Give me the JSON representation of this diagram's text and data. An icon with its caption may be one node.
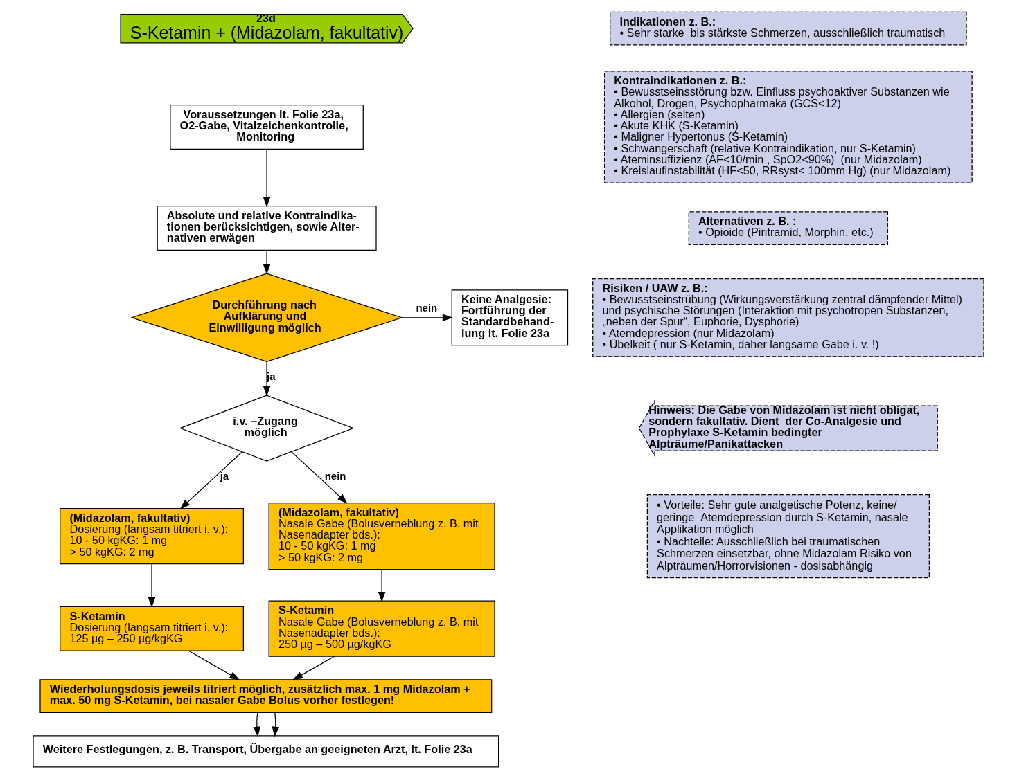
{
  "diagram": {
    "nodes": [
      {
        "text": [
          "23d",
          "S-Ketamin + (Midazolam, fakultativ)"
        ]
      },
      {
        "text": [
          "Voraussetzungen lt. Folie 23a, O2-Gabe, Vitalzeichenkontrolle, Monitoring"
        ]
      },
      {
        "text": [
          "Absolute und relative Kontraindika- tionen berücksichtigen, sowie Alter- nativen erwägen"
        ]
      },
      {
        "text": [
          "Durchführung nach Aufklärung und Einwilligung möglich"
        ]
      },
      {
        "text": [
          "Keine Analgesie: Fortführung der Standardbehand- lung lt. Folie 23a"
        ]
      },
      {
        "text": [
          "i.v. –Zugang möglich"
        ]
      },
      {
        "text": [
          "(Midazolam, fakultativ)",
          "Dosierung (langsam titriert i. v.):",
          "10 - 50 kgKG: 1 mg",
          "> 50 kgKG: 2 mg"
        ]
      },
      {
        "text": [
          "(Midazolam, fakultativ)",
          "Nasale Gabe (Bolusverneblung z. B. mit Nasenadapter bds.):",
          "10 - 50 kgKG: 1 mg",
          "> 50 kgKG: 2 mg"
        ]
      },
      {
        "text": [
          "S-Ketamin",
          "Dosierung (langsam titriert i. v.):",
          "125 µg – 250 µg/kgKG"
        ]
      },
      {
        "text": [
          "S-Ketamin",
          "Nasale Gabe (Bolusverneblung z. B. mit Nasenadapter bds.):",
          "250 µg – 500 µg/kgKG"
        ]
      },
      {
        "text": [
          "Wiederholungsdosis jeweils titriert möglich, zusätzlich max. 1 mg Midazolam + max. 50 mg S-Ketamin, bei nasaler Gabe Bolus vorher festlegen!"
        ]
      },
      {
        "text": [
          "Weitere Festlegungen, z. B. Transport, Übergabe an geeigneten Arzt, lt. Folie 23a"
        ]
      },
      {
        "text": [
          "Indikationen z. B.:",
          "• Sehr starke  bis stärkste Schmerzen, ausschließlich traumatisch"
        ]
      },
      {
        "text": [
          "Kontraindikationen z. B.:",
          "• Bewusstseinsstörung bzw. Einfluss psychoaktiver Substanzen wie Alkohol, Drogen, Psychopharmaka (GCS<12)",
          "• Allergien (selten)",
          "• Akute KHK (S-Ketamin)",
          "• Maligner Hypertonus (S-Ketamin)",
          "• Schwangerschaft (relative Kontraindikation, nur S-Ketamin)",
          "• Ateminsuffizienz (AF<10/min , SpO2<90%)  (nur Midazolam)",
          "• Kreislaufinstabilität (HF<50, RRsyst< 100mm Hg) (nur Midazolam)"
        ]
      },
      {
        "text": [
          "Alternativen z. B. :",
          "• Opioide (Piritramid, Morphin, etc.)"
        ]
      },
      {
        "text": [
          "Risiken / UAW z. B.:",
          "• Bewusstseinstrübung (Wirkungsverstärkung zentral dämpfender Mittel) und psychische Störungen (Interaktion mit psychotropen Substanzen, „neben der Spur“, Euphorie, Dysphorie)",
          "• Atemdepression (nur Midazolam)",
          "• Übelkeit ( nur S-Ketamin, daher langsame Gabe i. v. !)"
        ]
      },
      {
        "text": [
          "Hinweis: Die Gabe von Midazolam ist nicht obligat, sondern fakultativ. Dient  der Co-Analgesie und Prophylaxe S-Ketamin bedingter Alpträume/Panikattacken"
        ]
      },
      {
        "text": [
          "• Vorteile: Sehr gute analgetische Potenz, keine/ geringe  Atemdepression durch S-Ketamin, nasale Applikation möglich",
          "• Nachteile: Ausschließlich bei traumatischen Schmerzen einsetzbar, ohne Midazolam Risiko von Alpträumen/Horrorvisionen - dosisabhängig"
        ]
      }
    ],
    "edges": [
      {
        "from": 1,
        "to": 2,
        "arrow": "to"
      },
      {
        "from": 2,
        "to": 3,
        "arrow": "to"
      },
      {
        "from": 3,
        "to": 4,
        "arrow": "to",
        "label": "nein"
      },
      {
        "from": 3,
        "to": 5,
        "arrow": "to",
        "label": "ja"
      },
      {
        "from": 5,
        "to": 6,
        "arrow": "to",
        "label": "ja"
      },
      {
        "from": 5,
        "to": 7,
        "arrow": "to",
        "label": "nein"
      },
      {
        "from": 6,
        "to": 8,
        "arrow": "to"
      },
      {
        "from": 7,
        "to": 9,
        "arrow": "to"
      },
      {
        "from": 8,
        "to": 10,
        "arrow": "to"
      },
      {
        "from": 9,
        "to": 10,
        "arrow": "to"
      },
      {
        "from": 10,
        "to": 11,
        "arrow": "to"
      },
      {
        "from": 10,
        "to": 11,
        "arrow": "to"
      }
    ]
  }
}
